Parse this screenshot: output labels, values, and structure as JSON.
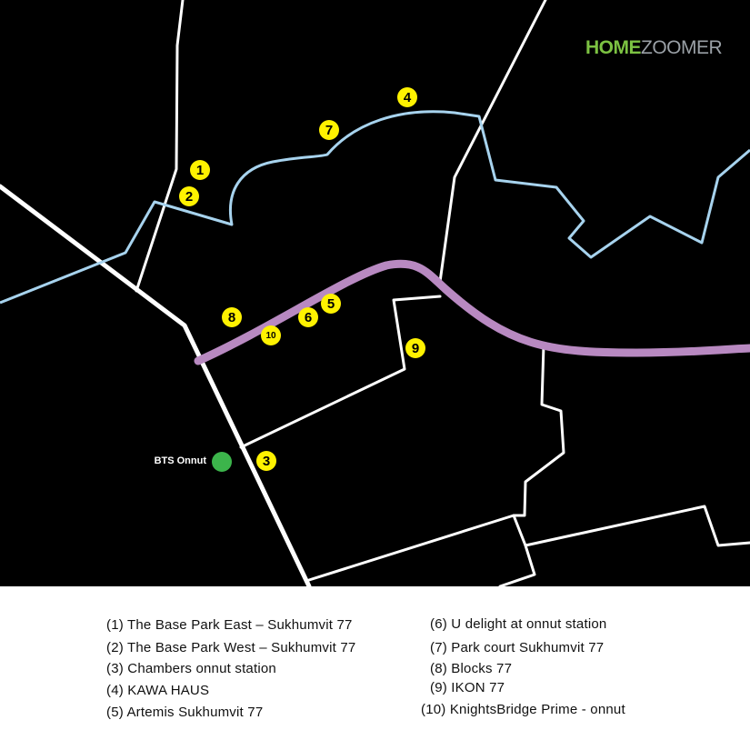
{
  "brand": {
    "logo_part1": "HOME",
    "logo_part2": "ZOOMER",
    "logo_color1": "#7cc242",
    "logo_color2": "#9aa0a6"
  },
  "colors": {
    "background_map": "#000000",
    "road": "#ffffff",
    "canal": "#a7d3ee",
    "bts_line": "#b889c1",
    "marker_fill": "#fff200",
    "station_dot": "#3cb44b"
  },
  "station": {
    "label": "BTS Onnut"
  },
  "markers": [
    {
      "id": "1",
      "label": "1"
    },
    {
      "id": "2",
      "label": "2"
    },
    {
      "id": "3",
      "label": "3"
    },
    {
      "id": "4",
      "label": "4"
    },
    {
      "id": "5",
      "label": "5"
    },
    {
      "id": "6",
      "label": "6"
    },
    {
      "id": "7",
      "label": "7"
    },
    {
      "id": "8",
      "label": "8"
    },
    {
      "id": "9",
      "label": "9"
    },
    {
      "id": "10",
      "label": "10"
    }
  ],
  "legend": [
    "(1) The Base Park East – Sukhumvit 77",
    "(2) The Base Park West – Sukhumvit 77",
    "(3) Chambers onnut station",
    "(4) KAWA HAUS",
    "(5) Artemis Sukhumvit 77",
    "(6) U delight at onnut station",
    "(7) Park court Sukhumvit 77",
    "(8) Blocks 77",
    "(9) IKON 77",
    "(10) KnightsBridge Prime - onnut"
  ]
}
